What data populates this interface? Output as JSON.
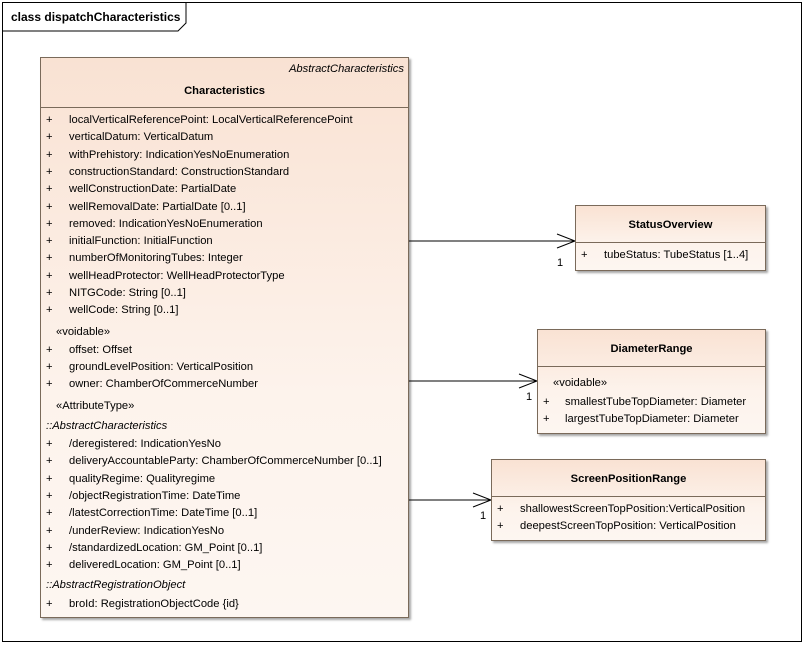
{
  "frame": {
    "title": "class dispatchCharacteristics"
  },
  "characteristics": {
    "abstract_parent": "AbstractCharacteristics",
    "name": "Characteristics",
    "attributes": [
      {
        "vis": "+",
        "text": "localVerticalReferencePoint: LocalVerticalReferencePoint"
      },
      {
        "vis": "+",
        "text": "verticalDatum: VerticalDatum"
      },
      {
        "vis": "+",
        "text": "withPrehistory: IndicationYesNoEnumeration"
      },
      {
        "vis": "+",
        "text": "constructionStandard: ConstructionStandard"
      },
      {
        "vis": "+",
        "text": "wellConstructionDate: PartialDate"
      },
      {
        "vis": "+",
        "text": "wellRemovalDate: PartialDate [0..1]"
      },
      {
        "vis": "+",
        "text": "removed: IndicationYesNoEnumeration"
      },
      {
        "vis": "+",
        "text": "initialFunction: InitialFunction"
      },
      {
        "vis": "+",
        "text": "numberOfMonitoringTubes: Integer"
      },
      {
        "vis": "+",
        "text": "wellHeadProtector: WellHeadProtectorType"
      },
      {
        "vis": "+",
        "text": "NITGCode: String [0..1]"
      },
      {
        "vis": "+",
        "text": "wellCode: String [0..1]"
      }
    ],
    "voidable_label": "«voidable»",
    "voidable": [
      {
        "vis": "+",
        "text": "offset: Offset"
      },
      {
        "vis": "+",
        "text": "groundLevelPosition: VerticalPosition"
      },
      {
        "vis": "+",
        "text": "owner: ChamberOfCommerceNumber"
      }
    ],
    "attributetype_label": "«AttributeType»",
    "inherited_group_1": "::AbstractCharacteristics",
    "inherited_1": [
      {
        "vis": "+",
        "text": "/deregistered: IndicationYesNo"
      },
      {
        "vis": "+",
        "text": "deliveryAccountableParty: ChamberOfCommerceNumber [0..1]"
      },
      {
        "vis": "+",
        "text": "qualityRegime: Qualityregime"
      },
      {
        "vis": "+",
        "text": "/objectRegistrationTime: DateTime"
      },
      {
        "vis": "+",
        "text": "/latestCorrectionTime: DateTime [0..1]"
      },
      {
        "vis": "+",
        "text": "/underReview: IndicationYesNo"
      },
      {
        "vis": "+",
        "text": "/standardizedLocation: GM_Point [0..1]"
      },
      {
        "vis": "+",
        "text": "deliveredLocation: GM_Point [0..1]"
      }
    ],
    "inherited_group_2": "::AbstractRegistrationObject",
    "inherited_2": [
      {
        "vis": "+",
        "text": "broId: RegistrationObjectCode {id}"
      }
    ]
  },
  "status_overview": {
    "name": "StatusOverview",
    "attributes": [
      {
        "vis": "+",
        "text": "tubeStatus: TubeStatus [1..4]"
      }
    ],
    "multiplicity": "1"
  },
  "diameter_range": {
    "name": "DiameterRange",
    "stereotype": "«voidable»",
    "attributes": [
      {
        "vis": "+",
        "text": "smallestTubeTopDiameter: Diameter"
      },
      {
        "vis": "+",
        "text": "largestTubeTopDiameter: Diameter"
      }
    ],
    "multiplicity": "1"
  },
  "screen_position_range": {
    "name": "ScreenPositionRange",
    "attributes": [
      {
        "vis": "+",
        "text": "shallowestScreenTopPosition:VerticalPosition"
      },
      {
        "vis": "+",
        "text": "deepestScreenTopPosition: VerticalPosition"
      }
    ],
    "multiplicity": "1"
  }
}
